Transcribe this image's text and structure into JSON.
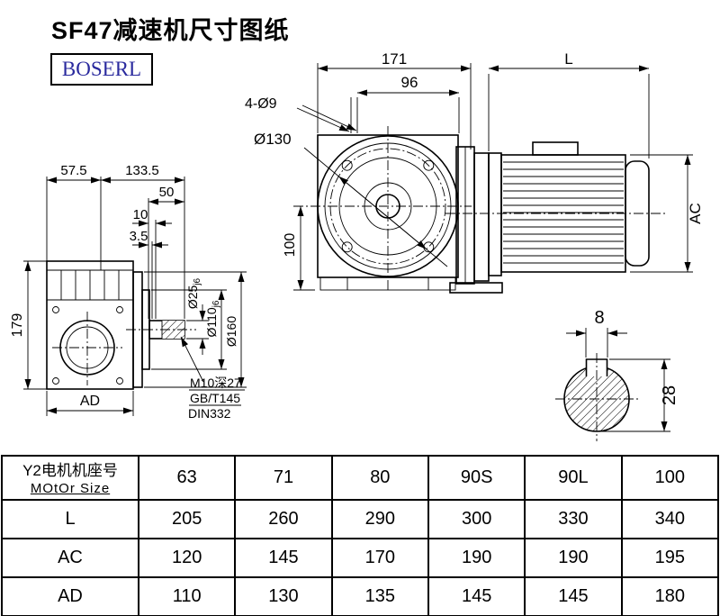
{
  "page": {
    "title": "SF47减速机尺寸图纸",
    "brand": "BOSERL"
  },
  "drawing": {
    "front_view": {
      "dim_total_width": "171",
      "dim_bolt_width": "96",
      "dim_holes": "4-Ø9",
      "dim_bolt_circle": "Ø130",
      "dim_center_height": "100"
    },
    "motor_view": {
      "dim_length": "L",
      "dim_diameter": "AC"
    },
    "side_view": {
      "dim_a": "57.5",
      "dim_b": "133.5",
      "dim_c": "50",
      "dim_d": "10",
      "dim_e": "3.5",
      "dim_height": "179",
      "dim_ad": "AD",
      "dim_shaft": "Ø25",
      "dim_shaft_tol": "j6",
      "dim_spigot": "Ø110",
      "dim_spigot_tol": "j6",
      "dim_flange_od": "Ø160",
      "note_tap": "M10深27",
      "note_std1": "GB/T145",
      "note_std2": "DIN332"
    },
    "key_section": {
      "dim_key_width": "8",
      "dim_total_height": "28"
    }
  },
  "table": {
    "header_cn": "Y2电机机座号",
    "header_en": "MOtOr Size",
    "columns": [
      "63",
      "71",
      "80",
      "90S",
      "90L",
      "100"
    ],
    "rows": [
      {
        "label": "L",
        "values": [
          "205",
          "260",
          "290",
          "300",
          "330",
          "340"
        ]
      },
      {
        "label": "AC",
        "values": [
          "120",
          "145",
          "170",
          "190",
          "190",
          "195"
        ]
      },
      {
        "label": "AD",
        "values": [
          "110",
          "130",
          "135",
          "145",
          "145",
          "180"
        ]
      }
    ]
  }
}
